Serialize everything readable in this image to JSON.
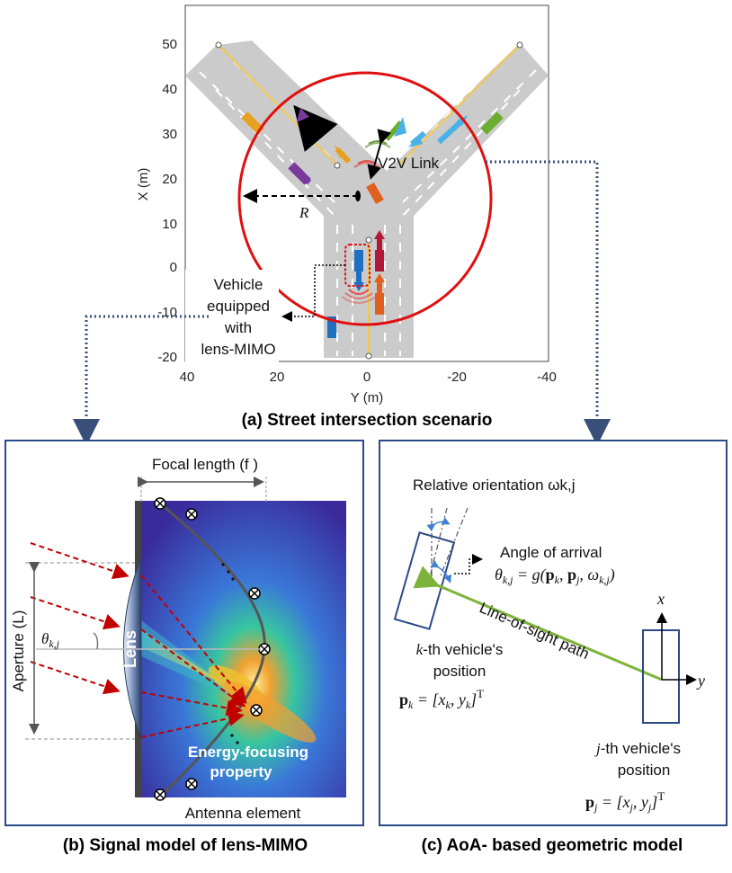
{
  "panel_a": {
    "caption": "(a) Street intersection scenario",
    "x_axis_label": "Y (m)",
    "y_axis_label": "X (m)",
    "x_ticks": [
      "40",
      "20",
      "0",
      "-20",
      "-40"
    ],
    "y_ticks": [
      "50",
      "40",
      "30",
      "20",
      "10",
      "0",
      "-10",
      "-20"
    ],
    "v2v_label": "V2V Link",
    "radius_label": "R",
    "vehicle_note": [
      "Vehicle",
      "equipped",
      "with",
      "lens-MIMO"
    ]
  },
  "panel_b": {
    "caption": "(b) Signal model of lens-MIMO",
    "focal_label": "Focal length (f )",
    "aperture_label": "Aperture (L)",
    "theta_label": "θk,j",
    "lens_label": "Lens",
    "energy_label": [
      "Energy-focusing",
      "property"
    ],
    "antenna_label": "Antenna element"
  },
  "panel_c": {
    "caption": "(c) AoA- based geometric model",
    "orientation_label": "Relative orientation ωk,j",
    "aoa_label": "Angle of arrival",
    "aoa_formula": "θk,j = g(pk, pj, ωk,j)",
    "los_label": "Line-of-sight path",
    "k_position": [
      "k-th vehicle's",
      "position"
    ],
    "k_formula": "pk = [xk, yk]T",
    "j_position": [
      "j-th vehicle's",
      "position"
    ],
    "j_formula": "pj = [xj, yj]T",
    "axis_x": "x",
    "axis_y": "y"
  },
  "colors": {
    "road": "#cbcbcb",
    "circle": "#e01010",
    "frame": "#2b4a86",
    "los": "#7db33a",
    "ray": "#c00000"
  }
}
